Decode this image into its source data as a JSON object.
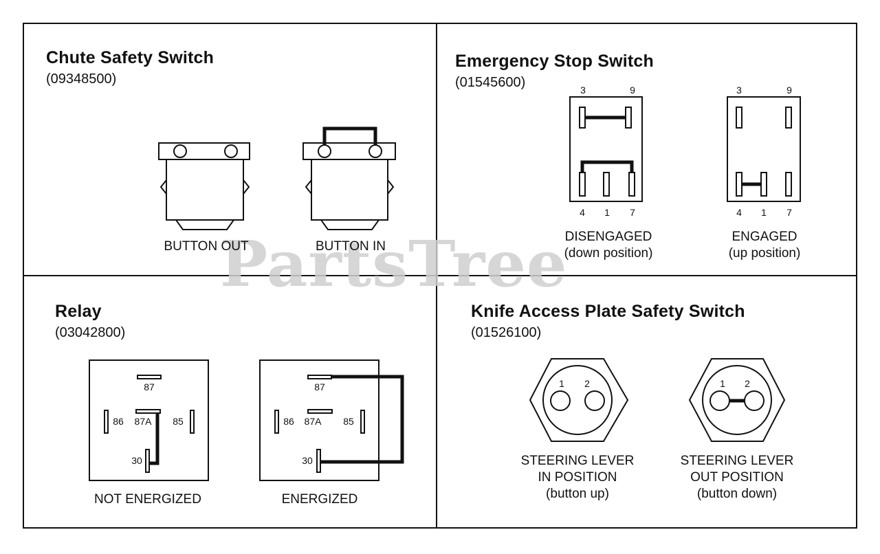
{
  "watermark": {
    "text": "PartsTree",
    "mark": "™"
  },
  "panels": {
    "chute": {
      "title": "Chute Safety Switch",
      "part_number": "(09348500)",
      "captions": [
        "BUTTON OUT",
        "BUTTON IN"
      ]
    },
    "estop": {
      "title": "Emergency Stop Switch",
      "part_number": "(01545600)",
      "top_pins": [
        "3",
        "9"
      ],
      "bottom_pins": [
        "4",
        "1",
        "7"
      ],
      "states": [
        {
          "label": "DISENGAGED",
          "sub": "(down position)"
        },
        {
          "label": "ENGAGED",
          "sub": "(up position)"
        }
      ]
    },
    "relay": {
      "title": "Relay",
      "part_number": "(03042800)",
      "terminals": [
        "87",
        "86",
        "87A",
        "85",
        "30"
      ],
      "captions": [
        "NOT ENERGIZED",
        "ENERGIZED"
      ]
    },
    "knife": {
      "title": "Knife Access Plate Safety Switch",
      "part_number": "(01526100)",
      "pins": [
        "1",
        "2"
      ],
      "states": [
        {
          "line1": "STEERING LEVER",
          "line2": "IN POSITION",
          "line3": "(button up)"
        },
        {
          "line1": "STEERING LEVER",
          "line2": "OUT POSITION",
          "line3": "(button down)"
        }
      ]
    }
  }
}
